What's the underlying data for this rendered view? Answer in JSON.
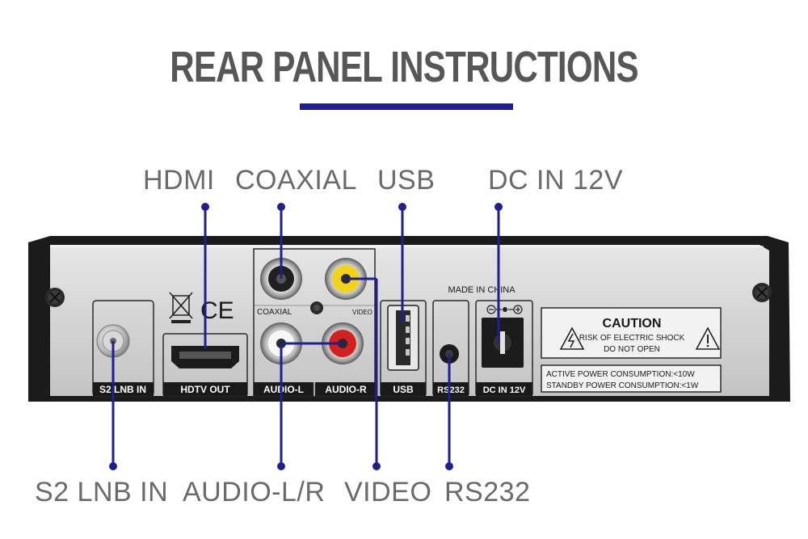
{
  "title": "REAR PANEL INSTRUCTIONS",
  "callouts_top": {
    "hdmi": "HDMI",
    "coaxial": "COAXIAL",
    "usb": "USB",
    "dc_in": "DC IN 12V"
  },
  "callouts_bottom": {
    "s2_lnb_in": "S2 LNB IN",
    "audio_lr": "AUDIO-L/R",
    "video": "VIDEO",
    "rs232": "RS232"
  },
  "panel_labels": {
    "s2_lnb_in": "S2 LNB IN",
    "hdtv_out": "HDTV OUT",
    "audio_l": "AUDIO-L",
    "audio_r": "AUDIO-R",
    "usb": "USB",
    "rs232": "RS232",
    "dc_in": "DC IN 12V",
    "coaxial": "COAXIAL",
    "video": "VIDEO",
    "made_in": "MADE IN CHINA",
    "ce": "CE"
  },
  "caution": {
    "heading": "CAUTION",
    "line1": "RISK OF ELECTRIC SHOCK",
    "line2": "DO NOT OPEN"
  },
  "power": {
    "active": "ACTIVE POWER CONSUMPTION:<10W",
    "standby": "STANDBY POWER CONSUMPTION:<1W"
  },
  "colors": {
    "accent_line": "#1f1f8f",
    "label_text": "#6a6a6a",
    "title_text": "#575757",
    "panel_silver": "#d8d8d8",
    "rca_yellow": "#f2d21a",
    "rca_red": "#d42020"
  }
}
